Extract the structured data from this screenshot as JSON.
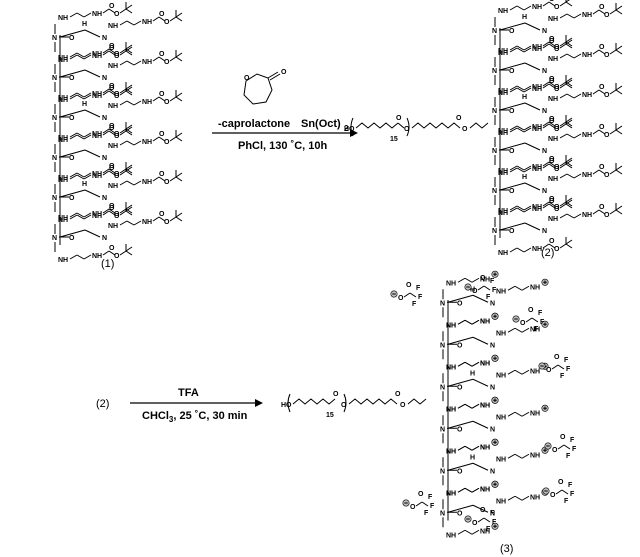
{
  "reaction1": {
    "reagent_line1_a": "-caprolactone",
    "reagent_line1_b": "Sn(Oct)",
    "reagent_line1_b_sub": "2",
    "conditions": "PhCl, 130 ˚C, 10h"
  },
  "reaction2": {
    "reagent": "TFA",
    "conditions_pre": "CHCl",
    "conditions_sub": "3",
    "conditions_post": ", 25 ˚C, 30 min"
  },
  "compounds": {
    "c1": "(1)",
    "c2": "(2)",
    "c3": "(3)",
    "c2_start": "(2)"
  },
  "atoms": {
    "ho": "HO",
    "o": "O",
    "nh": "NH",
    "n": "N",
    "h": "H",
    "nh2": "NH",
    "f": "F",
    "repeat_n": "15"
  },
  "colors": {
    "ink": "#000000",
    "charge_fill": "#bdbdbd"
  }
}
